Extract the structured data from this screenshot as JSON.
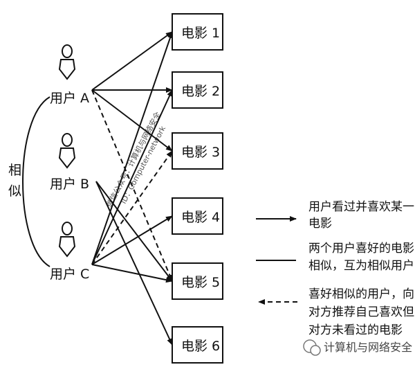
{
  "users": [
    {
      "id": "A",
      "label": "用户 A"
    },
    {
      "id": "B",
      "label": "用户 B"
    },
    {
      "id": "C",
      "label": "用户 C"
    }
  ],
  "similar_label": [
    "相",
    "似"
  ],
  "movies": [
    {
      "id": "1",
      "label": "电影 1"
    },
    {
      "id": "2",
      "label": "电影 2"
    },
    {
      "id": "3",
      "label": "电影 3"
    },
    {
      "id": "4",
      "label": "电影 4"
    },
    {
      "id": "5",
      "label": "电影 5"
    },
    {
      "id": "6",
      "label": "电影 6"
    }
  ],
  "edges": [
    {
      "from": "A",
      "to": "1",
      "style": "solid"
    },
    {
      "from": "A",
      "to": "2",
      "style": "solid"
    },
    {
      "from": "A",
      "to": "3",
      "style": "solid"
    },
    {
      "from": "A",
      "to": "5",
      "style": "dashed"
    },
    {
      "from": "B",
      "to": "5",
      "style": "solid"
    },
    {
      "from": "B",
      "to": "6",
      "style": "solid"
    },
    {
      "from": "C",
      "to": "1",
      "style": "solid"
    },
    {
      "from": "C",
      "to": "2",
      "style": "solid"
    },
    {
      "from": "C",
      "to": "4",
      "style": "solid"
    },
    {
      "from": "C",
      "to": "5",
      "style": "solid"
    },
    {
      "from": "C",
      "to": "3",
      "style": "dashed"
    }
  ],
  "legend": [
    {
      "style": "arrow",
      "lines": [
        "用户看过并喜欢某一",
        "电影"
      ]
    },
    {
      "style": "line",
      "lines": [
        "两个用户喜好的电影",
        "相似，互为相似用户"
      ]
    },
    {
      "style": "dashed-arrow",
      "lines": [
        "喜好相似的用户，向",
        "对方推荐自己喜欢但",
        "对方未看过的电影"
      ]
    }
  ],
  "watermark": {
    "line1": "微信公众号：计算机与网络安全",
    "line2": "ID：Computer-network",
    "bottom": "计算机与网络安全"
  }
}
